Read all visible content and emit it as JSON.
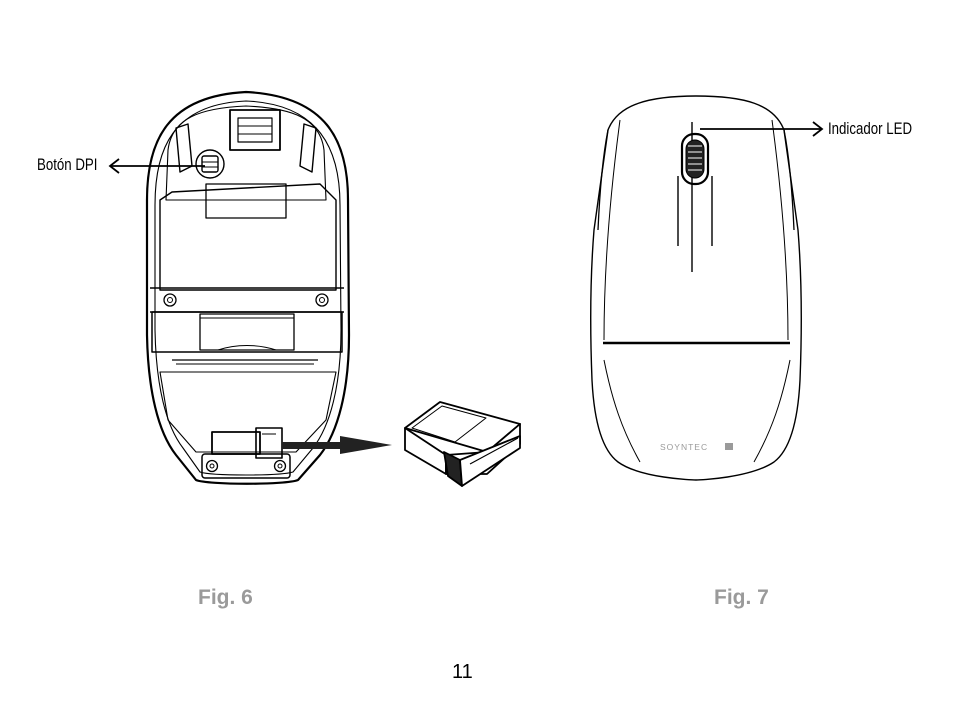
{
  "figures": {
    "fig6": {
      "label": "Fig. 6",
      "callout": "Botón DPI",
      "callout_icon": "arrow-left-icon"
    },
    "fig7": {
      "label": "Fig. 7",
      "callout": "Indicador LED",
      "callout_icon": "arrow-right-icon",
      "brand": "SOYNTEC"
    }
  },
  "page": {
    "number": "11"
  },
  "colors": {
    "line": "#000000",
    "caption": "#9a9a9a"
  }
}
